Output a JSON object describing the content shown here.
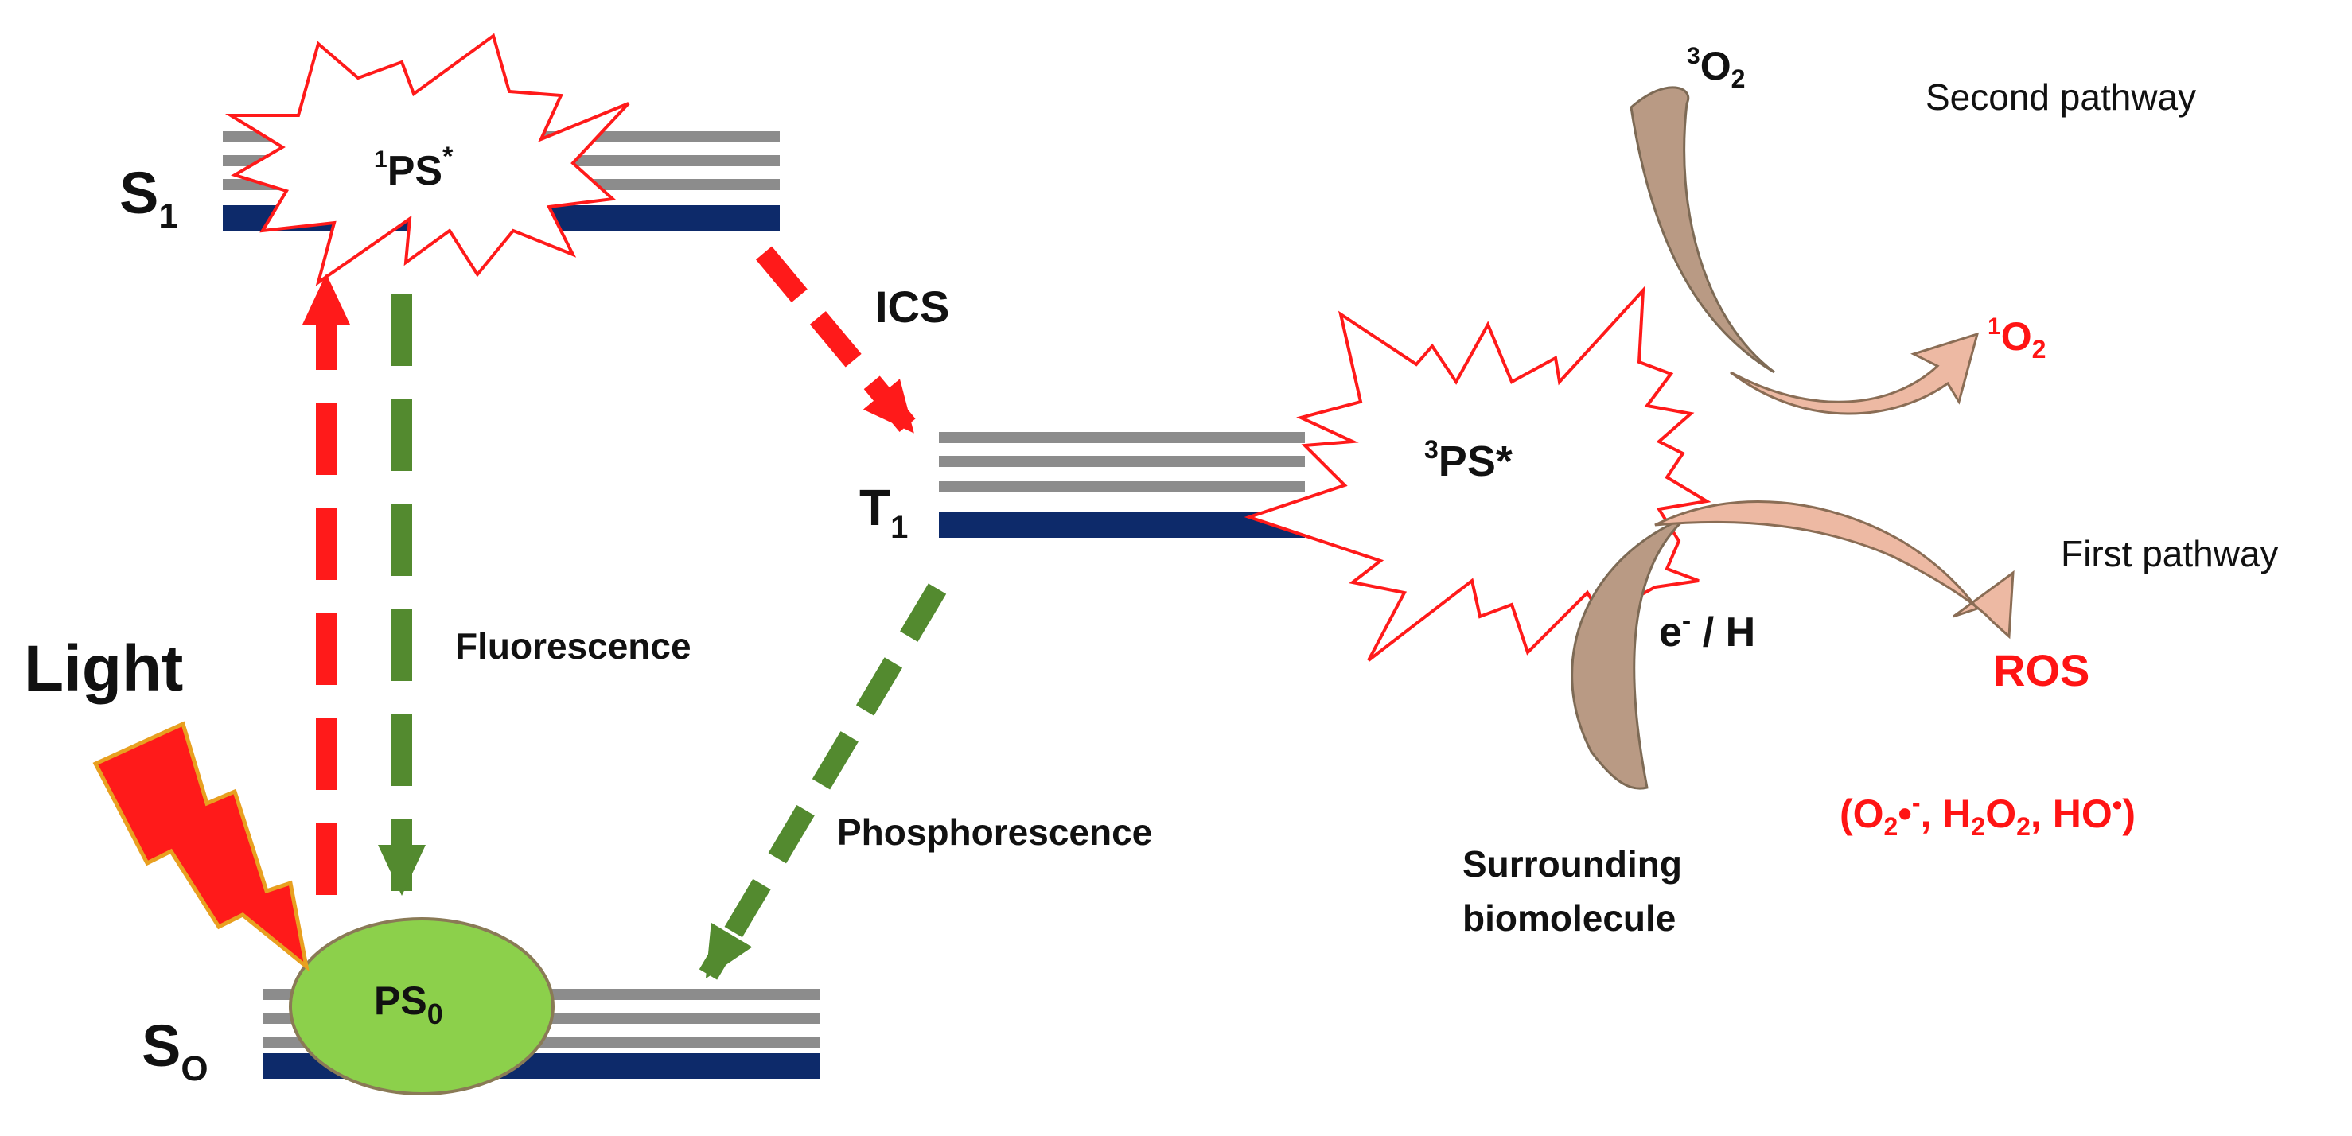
{
  "colors": {
    "ground_line": "#0d2a6a",
    "sublevel_line": "#8c8c8c",
    "excitation_arrow": "#ff1a1a",
    "decay_arrow": "#538a2f",
    "burst_stroke": "#ff1a1a",
    "ps0_fill": "#8cd04b",
    "curved_arrow_dark": "#b99a84",
    "curved_arrow_light": "#edb9a3",
    "label_red": "#ff1414"
  },
  "states": {
    "s1": {
      "main": "S",
      "sub": "1"
    },
    "t1": {
      "main": "T",
      "sub": "1"
    },
    "s0": {
      "main": "S",
      "sub": "O"
    }
  },
  "species": {
    "singlet_excited": {
      "sup": "1",
      "main": "PS",
      "star": "*"
    },
    "triplet_excited": {
      "sup": "3",
      "main": "PS*"
    },
    "ground": {
      "main": "PS",
      "sub": "0"
    }
  },
  "labels": {
    "light": "Light",
    "ics": "ICS",
    "fluorescence": "Fluorescence",
    "phosphorescence": "Phosphorescence",
    "electron_transfer": {
      "e": "e",
      "sup": "-",
      "rest": " / H"
    },
    "surrounding_line1": "Surrounding",
    "surrounding_line2": "biomolecule"
  },
  "pathways": {
    "second": "Second pathway",
    "first": "First pathway"
  },
  "oxygen": {
    "triplet": {
      "sup": "3",
      "main": "O",
      "sub": "2"
    },
    "singlet": {
      "sup": "1",
      "main": "O",
      "sub": "2"
    }
  },
  "ros": {
    "title": "ROS",
    "list": {
      "p1": "(O",
      "s1": "2",
      "p2": "•",
      "sup1": "-",
      "p3": ", H",
      "s2": "2",
      "p4": "O",
      "s3": "2",
      "p5": ", HO",
      "p6": "•",
      "p7": ")"
    }
  }
}
